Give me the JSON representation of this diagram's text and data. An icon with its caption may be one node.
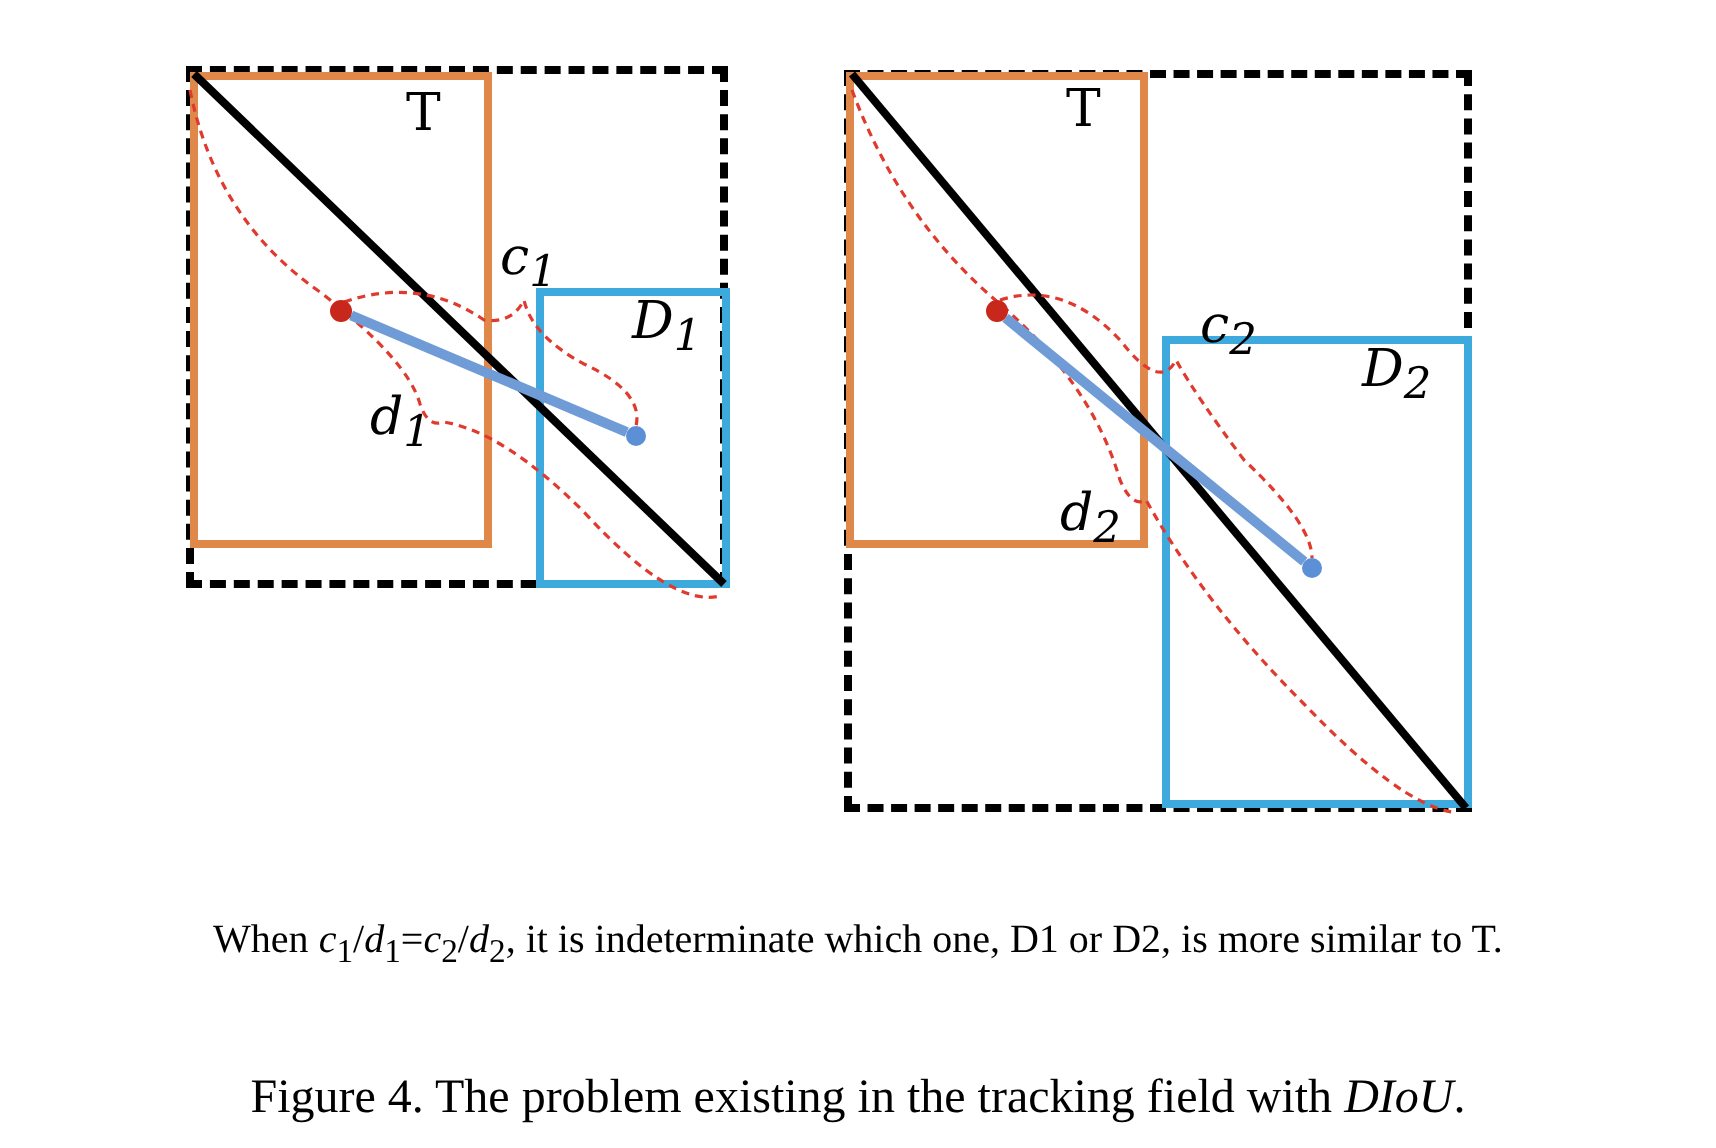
{
  "diagram": {
    "caption": "Figure 4. The problem existing in the tracking field with *DIoU*.",
    "nodes": [
      {
        "text": [],
        "shape": "box"
      },
      {
        "text": [
          "T"
        ],
        "in": 0
      },
      {
        "text": [],
        "shape": "circle",
        "in": 1
      },
      {
        "text": [
          "D$_{1}$"
        ],
        "in": 0
      },
      {
        "text": [],
        "shape": "circle",
        "in": 3
      },
      {
        "text": [],
        "shape": "box"
      },
      {
        "text": [
          "T"
        ],
        "in": 5
      },
      {
        "text": [],
        "shape": "circle",
        "in": 6
      },
      {
        "text": [
          "D$_{2}$"
        ],
        "in": 5
      },
      {
        "text": [],
        "shape": "circle",
        "in": 8
      }
    ],
    "edges": [
      {
        "from": 2,
        "to": 4,
        "arrow": "none"
      },
      {
        "from": 7,
        "to": 9,
        "arrow": "none"
      }
    ],
    "labels": [
      "c$_{1}$",
      "d$_{1}$",
      "c$_{2}$",
      "d$_{2}$",
      "When *c*$_{1}$/*d*$_{1}$=*c*$_{2}$/*d*$_{2}$, it is indeterminate which one, D1 or D2, is more similar to T."
    ]
  }
}
